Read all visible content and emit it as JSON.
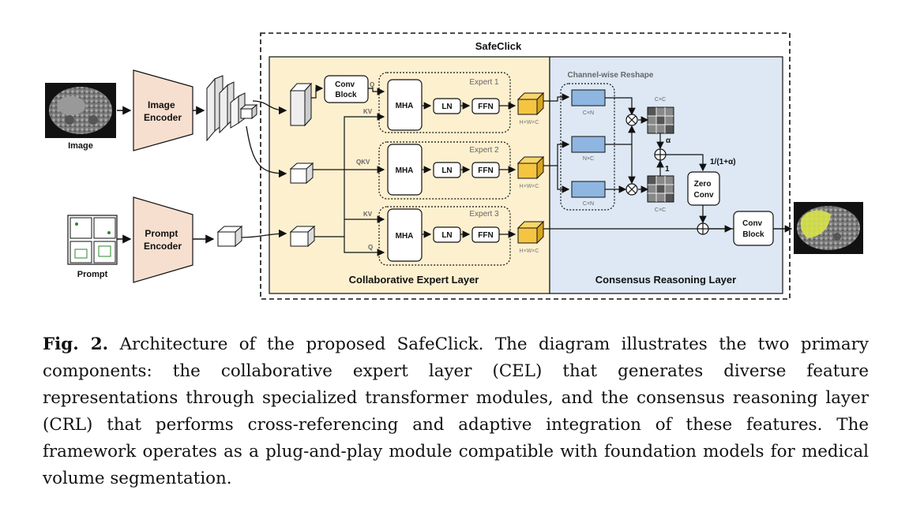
{
  "diagram": {
    "title": "SafeClick",
    "image_label": "Image",
    "image_encoder": [
      "Image",
      "Encoder"
    ],
    "prompt_label": "Prompt",
    "prompt_encoder": [
      "Prompt",
      "Encoder"
    ],
    "conv_block": [
      "Conv",
      "Block"
    ],
    "experts": [
      {
        "label": "Expert 1",
        "inputs": [
          "Q",
          "KV"
        ]
      },
      {
        "label": "Expert 2",
        "inputs": [
          "QKV"
        ]
      },
      {
        "label": "Expert 3",
        "inputs": [
          "KV",
          "Q"
        ]
      }
    ],
    "mha": "MHA",
    "ln": "LN",
    "ffn": "FFN",
    "hwc": "H×W×C",
    "reshape_label": "Channel-wise Reshape",
    "dims": [
      "C×N",
      "N×C",
      "C×N"
    ],
    "cxc": "C×C",
    "alpha": "α",
    "one": "1",
    "scale": "1/(1+α)",
    "zero_conv": [
      "Zero",
      "Conv"
    ],
    "conv_block_out": [
      "Conv",
      "Block"
    ],
    "cel_label": "Collaborative Expert Layer",
    "crl_label": "Consensus Reasoning Layer",
    "colors": {
      "cel_bg": "#fdf0cf",
      "crl_bg": "#dde8f4",
      "encoder_fill": "#f7dfd0",
      "token_fill": "#f5c542",
      "matrix_fill": "#8fb6e0"
    }
  },
  "caption": {
    "label": "Fig. 2.",
    "text": "Architecture of the proposed SafeClick. The diagram illustrates the two primary components: the collaborative expert layer (CEL) that generates diverse feature representations through specialized transformer modules, and the consensus reasoning layer (CRL) that performs cross-referencing and adaptive integration of these features. The framework operates as a plug-and-play module compatible with foundation models for medical volume segmentation."
  }
}
